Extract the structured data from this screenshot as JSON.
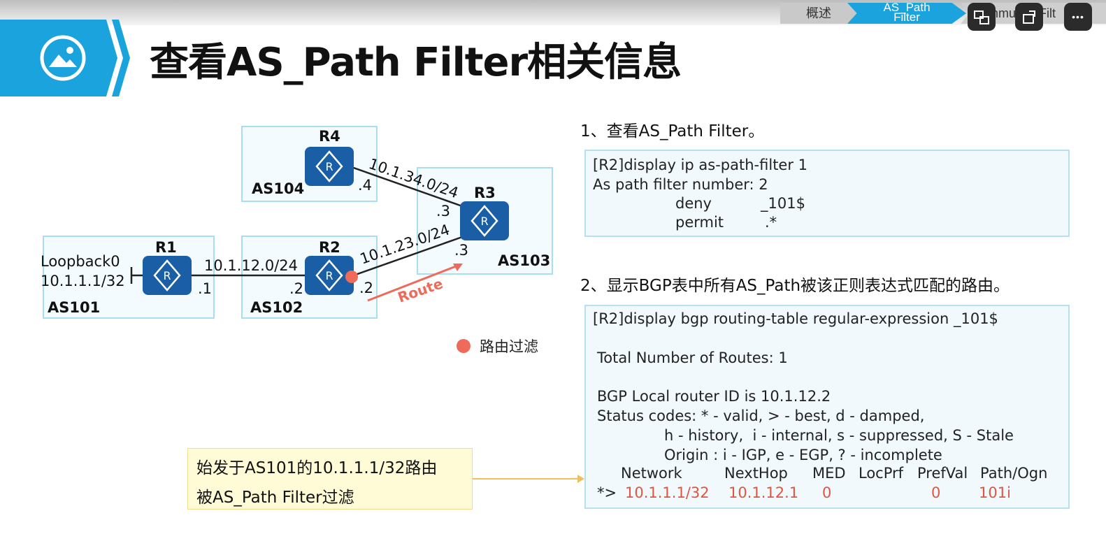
{
  "header": {
    "title": "查看AS_Path Filter相关信息",
    "banner_icon": "image-icon",
    "accent_color": "#1aa3dc"
  },
  "nav": {
    "items": [
      "概述",
      "AS_Path",
      "Filter",
      "Community Filt"
    ]
  },
  "controls": {
    "btn1_icon": "translate-icon",
    "btn2_icon": "rotate-icon",
    "btn3_icon": "more-icon",
    "btn3_glyph": "•••"
  },
  "diagram": {
    "routers": {
      "r1": "R1",
      "r2": "R2",
      "r3": "R3",
      "r4": "R4"
    },
    "as_labels": {
      "as101": "AS101",
      "as102": "AS102",
      "as103": "AS103",
      "as104": "AS104"
    },
    "loopback_name": "Loopback0",
    "loopback_ip": "10.1.1.1/32",
    "links": {
      "r1_r2": "10.1.12.0/24",
      "r2_r3": "10.1.23.0/24",
      "r4_r3": "10.1.34.0/24"
    },
    "iface": {
      "r1": ".1",
      "r2_left": ".2",
      "r2_right": ".2",
      "r3_bottom": ".3",
      "r3_top": ".3",
      "r4": ".4"
    },
    "route_label": "Route",
    "legend": "路由过滤",
    "legend_color": "#ee6a5a"
  },
  "panel1": {
    "heading": "1、查看AS_Path Filter。",
    "lines": {
      "cmd": "[R2]display ip as-path-filter 1",
      "filter_number": "As path filter number: 2",
      "deny_key": "deny",
      "deny_val": "_101$",
      "permit_key": "permit",
      "permit_val": ".*"
    }
  },
  "panel2": {
    "heading": "2、显示BGP表中所有AS_Path被该正则表达式匹配的路由。",
    "lines": {
      "cmd": "[R2]display bgp routing-table regular-expression _101$",
      "total": "Total Number of Routes: 1",
      "router_id": "BGP Local router ID is 10.1.12.2",
      "status": "Status codes: * - valid, > - best, d - damped,",
      "status2": "h - history,  i - internal, s - suppressed, S - Stale",
      "origin": "Origin : i - IGP, e - EGP, ? - incomplete"
    },
    "table": {
      "headers": [
        "Network",
        "NextHop",
        "MED",
        "LocPrf",
        "PrefVal",
        "Path/Ogn"
      ],
      "row": {
        "flags": "*>",
        "network": "10.1.1.1/32",
        "nexthop": "10.1.12.1",
        "med": "0",
        "locprf": "",
        "prefval": "0",
        "path": "101i"
      }
    }
  },
  "note": {
    "line1": "始发于AS101的10.1.1.1/32路由",
    "line2": "被AS_Path Filter过滤"
  }
}
